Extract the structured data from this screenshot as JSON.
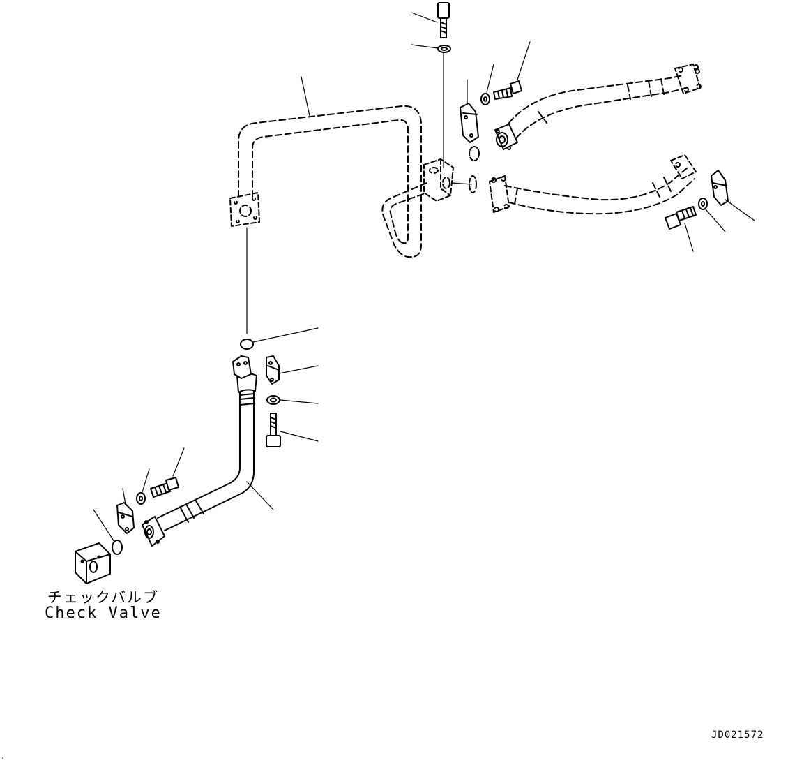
{
  "labels": {
    "check_valve_jp": "チェックバルブ",
    "check_valve_en": "Check Valve",
    "drawing_id": "JD021572"
  }
}
